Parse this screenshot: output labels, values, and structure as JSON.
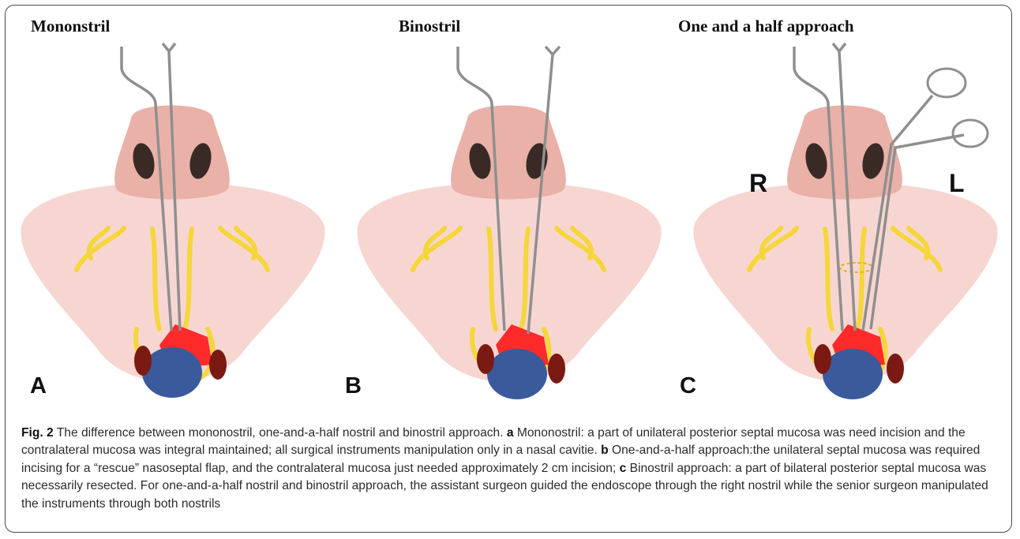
{
  "figure": {
    "panels": [
      {
        "title": "Mononstril",
        "letter": "A"
      },
      {
        "title": "Binostril",
        "letter": "B"
      },
      {
        "title": "One and a half approach",
        "letter": "C",
        "side_left": "R",
        "side_right": "L"
      }
    ],
    "caption": {
      "fig_label": "Fig. 2",
      "intro": " The difference between mononostril, one-and-a-half nostril and binostril approach. ",
      "a_label": "a",
      "a_text": " Mononostril: a part of unilateral posterior septal mucosa was need incision and the contralateral mucosa was integral maintained; all surgical instruments manipulation only in a nasal cavitie. ",
      "b_label": "b",
      "b_text": " One-and-a-half approach:the unilateral septal mucosa was required incising for a “rescue” nasoseptal flap, and the contralateral mucosa just needed approximately 2 cm incision; ",
      "c_label": "c",
      "c_text": " Binostril approach: a part of bilateral posterior septal mucosa was necessarily resected. For one-and-a-half nostril and binostril approach, the assistant surgeon guided the endoscope through the right nostril while the senior surgeon manipulated the instruments through both nostrils"
    },
    "colors": {
      "skin": "#f4c6c0",
      "nose": "#eab1a8",
      "nostril": "#3a2a26",
      "nerve": "#f5d63b",
      "pituitary": "#ff2a2a",
      "tumor": "#3a5a9c",
      "carotid": "#7a1a12",
      "instrument": "#9a9a9a"
    }
  }
}
